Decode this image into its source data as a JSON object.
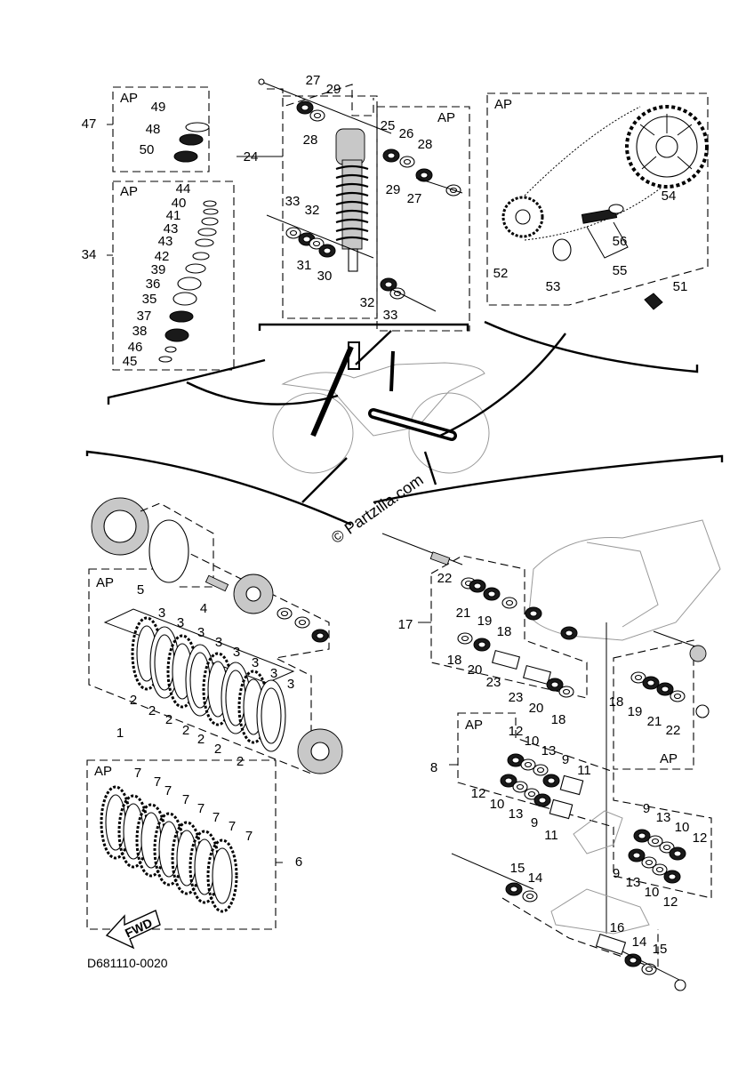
{
  "diagram": {
    "ap_label": "AP",
    "watermark": "© Partzilla.com",
    "drawing_code": "D681110-0020",
    "fwd_label": "FWD",
    "callouts": [
      "1",
      "2",
      "3",
      "4",
      "5",
      "6",
      "7",
      "8",
      "9",
      "10",
      "11",
      "12",
      "13",
      "14",
      "15",
      "16",
      "17",
      "18",
      "19",
      "20",
      "21",
      "22",
      "23",
      "24",
      "25",
      "26",
      "27",
      "28",
      "29",
      "30",
      "31",
      "32",
      "33",
      "34",
      "35",
      "36",
      "37",
      "38",
      "39",
      "40",
      "41",
      "42",
      "43",
      "44",
      "45",
      "46",
      "47",
      "48",
      "49",
      "50",
      "51",
      "52",
      "53",
      "54",
      "55",
      "56"
    ]
  }
}
